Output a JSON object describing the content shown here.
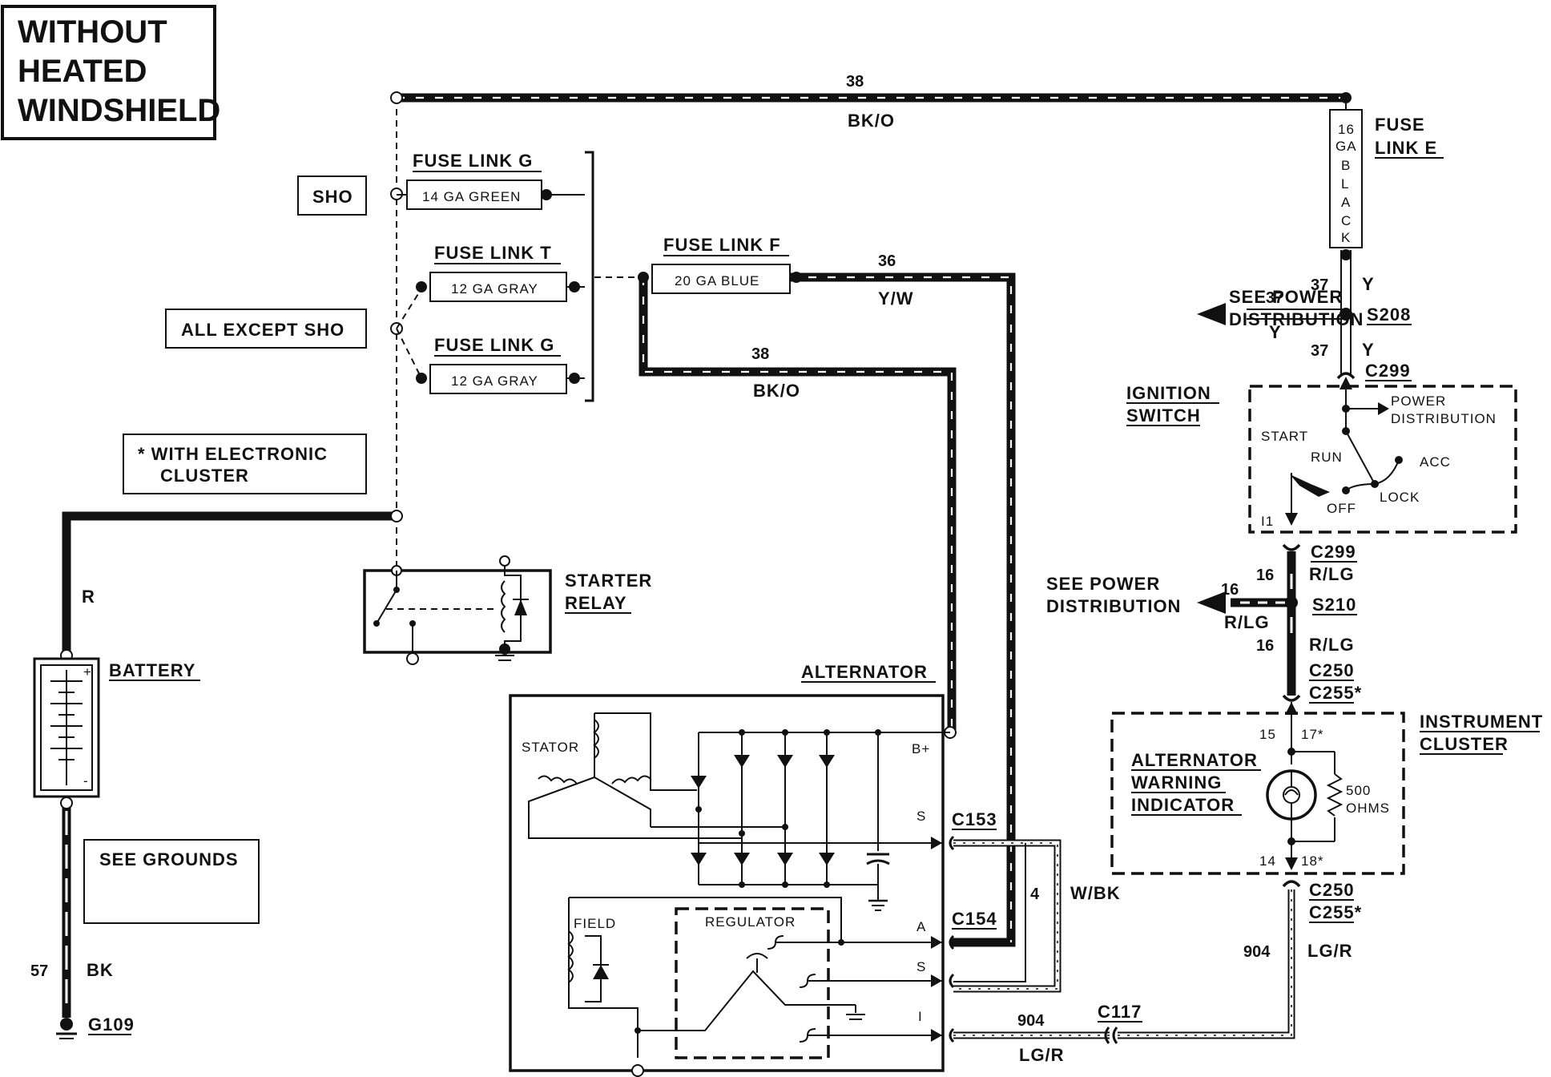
{
  "title": [
    "WITHOUT",
    "HEATED",
    "WINDSHIELD"
  ],
  "variants": {
    "sho": "SHO",
    "all_except_sho": "ALL EXCEPT SHO",
    "footnote": [
      "* WITH ELECTRONIC",
      "CLUSTER"
    ],
    "see_grounds": "SEE GROUNDS"
  },
  "fuse_links": {
    "g_top": {
      "title": "FUSE LINK G",
      "spec": "14 GA GREEN"
    },
    "t": {
      "title": "FUSE LINK T",
      "spec": "12 GA GRAY"
    },
    "g_bottom": {
      "title": "FUSE LINK G",
      "spec": "12 GA GRAY"
    },
    "f": {
      "title": "FUSE LINK F",
      "spec": "20 GA BLUE"
    },
    "e": {
      "title": [
        "FUSE",
        "LINK E"
      ],
      "spec": [
        "16",
        "GA",
        "B",
        "L",
        "A",
        "C",
        "K"
      ]
    }
  },
  "wires": {
    "top_38": {
      "circuit": "38",
      "color": "BK/O"
    },
    "mid_38": {
      "circuit": "38",
      "color": "BK/O"
    },
    "w36": {
      "circuit": "36",
      "color": "Y/W"
    },
    "w37_a": {
      "circuit": "37",
      "color": "Y"
    },
    "w37_b": {
      "circuit": "37",
      "color": "Y"
    },
    "w37_c": {
      "circuit": "37",
      "color": "Y"
    },
    "w16_a": {
      "circuit": "16",
      "color": "R/LG"
    },
    "w16_b": {
      "circuit": "16",
      "color": "R/LG"
    },
    "w16_c": {
      "circuit": "16",
      "color": "R/LG"
    },
    "w904_v": {
      "circuit": "904",
      "color": "LG/R"
    },
    "w904_h": {
      "circuit": "904",
      "color": "LG/R"
    },
    "w4": {
      "circuit": "4",
      "color": "W/BK"
    },
    "w57": {
      "circuit": "57",
      "color": "BK"
    },
    "battery_red": {
      "color": "R"
    }
  },
  "components": {
    "battery": "BATTERY",
    "starter_relay": [
      "STARTER",
      "RELAY"
    ],
    "alternator": "ALTERNATOR",
    "stator": "STATOR",
    "field": "FIELD",
    "regulator": "REGULATOR",
    "ignition_switch": [
      "IGNITION",
      "SWITCH"
    ],
    "instrument_cluster": [
      "INSTRUMENT",
      "CLUSTER"
    ],
    "warning_indicator": [
      "ALTERNATOR",
      "WARNING",
      "INDICATOR"
    ],
    "resistor": [
      "500",
      "OHMS"
    ],
    "see_power_1": [
      "SEE POWER",
      "DISTRIBUTION"
    ],
    "see_power_2": [
      "SEE POWER",
      "DISTRIBUTION"
    ],
    "power_dist_switch": [
      "POWER",
      "DISTRIBUTION"
    ]
  },
  "switch_positions": {
    "start": "START",
    "run": "RUN",
    "acc": "ACC",
    "off": "OFF",
    "lock": "LOCK",
    "i1": "I1"
  },
  "terminals": {
    "b_plus": "B+",
    "s1": "S",
    "a": "A",
    "s2": "S",
    "i": "I"
  },
  "pins": {
    "p15": "15",
    "p17": "17*",
    "p14": "14",
    "p18": "18*"
  },
  "connectors": {
    "c299_top": "C299",
    "c299_bot": "C299",
    "s208": "S208",
    "s210": "S210",
    "c250_a": "C250",
    "c255_a": "C255*",
    "c250_b": "C250",
    "c255_b": "C255*",
    "c153": "C153",
    "c154": "C154",
    "c117": "C117",
    "g109": "G109"
  }
}
